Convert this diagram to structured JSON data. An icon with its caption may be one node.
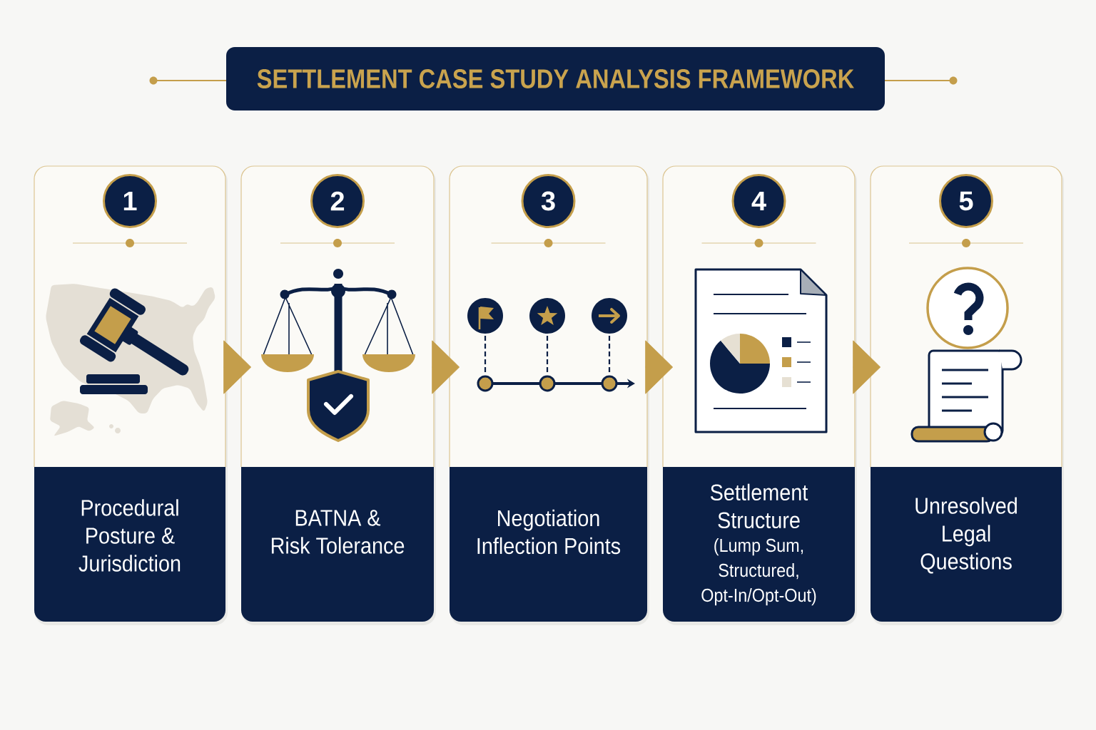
{
  "diagram": {
    "title": "SETTLEMENT CASE STUDY ANALYSIS FRAMEWORK",
    "nodes": [
      {
        "text": [
          "Procedural Posture & Jurisdiction"
        ]
      },
      {
        "text": [
          "1"
        ],
        "in": 0
      },
      {
        "text": [
          "BATNA & Risk Tolerance"
        ]
      },
      {
        "text": [
          "2"
        ],
        "in": 2
      },
      {
        "text": [
          "Negotiation Inflection Points"
        ]
      },
      {
        "text": [
          "3"
        ],
        "in": 4
      },
      {
        "text": [
          "Settlement Structure",
          "(Lump Sum, Structured, Opt-In/Opt-Out)"
        ]
      },
      {
        "text": [
          "4"
        ],
        "in": 6
      },
      {
        "text": [
          "Unresolved Legal Questions"
        ]
      },
      {
        "text": [
          "5"
        ],
        "in": 8
      }
    ],
    "edges": [
      {
        "from": 0,
        "to": 2,
        "arrow": "to"
      },
      {
        "from": 2,
        "to": 4,
        "arrow": "to"
      },
      {
        "from": 4,
        "to": 6,
        "arrow": "to"
      },
      {
        "from": 6,
        "to": 8,
        "arrow": "to"
      }
    ]
  }
}
